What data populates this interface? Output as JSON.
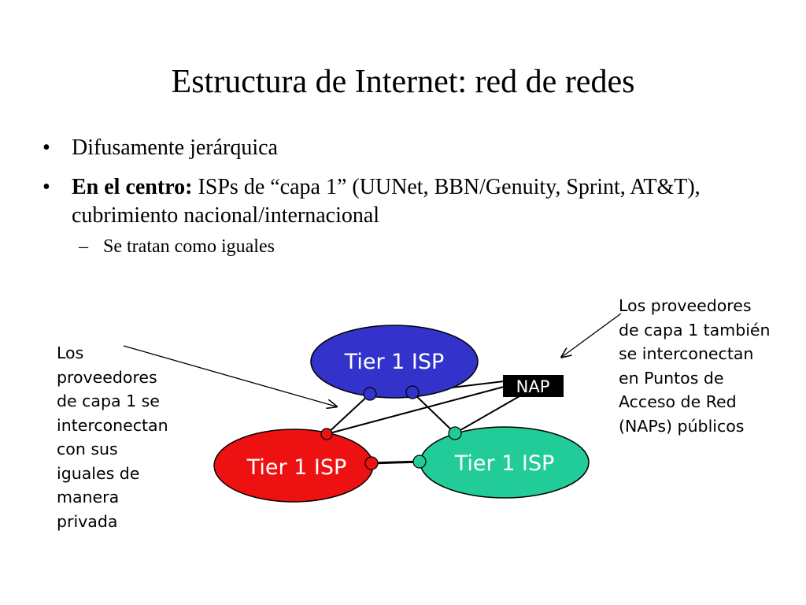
{
  "title": "Estructura de Internet: red de redes",
  "bullets": {
    "b1": "Difusamente jerárquica",
    "b2_bold": "En el centro:",
    "b2_rest": " ISPs de “capa 1” (UUNet, BBN/Genuity, Sprint, AT&T), cubrimiento nacional/internacional",
    "sub1": "Se tratan como iguales",
    "bullet_glyph": "•",
    "dash_glyph": "–"
  },
  "diagram": {
    "isp_top": "Tier 1 ISP",
    "isp_left": "Tier 1 ISP",
    "isp_right": "Tier 1 ISP",
    "nap": "NAP",
    "colors": {
      "isp_top": "#3333cc",
      "isp_left": "#ee1111",
      "isp_right": "#22cc99",
      "nap": "#000000"
    }
  },
  "notes": {
    "left": "Los\nproveedores\nde capa 1 se\ninterconectan\ncon sus\niguales de\nmanera\nprivada",
    "right": "Los proveedores\nde capa 1 también\nse interconectan\nen Puntos de\nAcceso de Red\n(NAPs) públicos"
  }
}
